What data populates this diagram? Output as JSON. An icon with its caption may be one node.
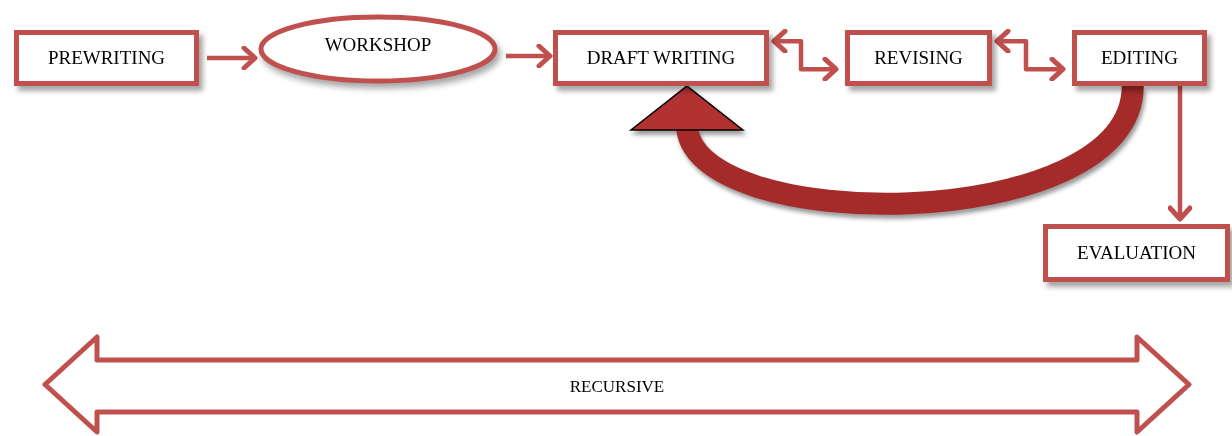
{
  "diagram": {
    "nodes": [
      {
        "text": [
          "PREWRITING"
        ]
      },
      {
        "text": [
          "WORKSHOP"
        ]
      },
      {
        "text": [
          "DRAFT WRITING"
        ]
      },
      {
        "text": [
          "REVISING"
        ]
      },
      {
        "text": [
          "EDITING"
        ]
      },
      {
        "text": [
          "EVALUATION"
        ]
      },
      {
        "text": [
          "RECURSIVE"
        ]
      }
    ],
    "edges": [
      {
        "from": 0,
        "to": 1,
        "arrow": "to"
      },
      {
        "from": 1,
        "to": 2,
        "arrow": "to"
      },
      {
        "from": 2,
        "to": 3,
        "arrow": "both"
      },
      {
        "from": 3,
        "to": 4,
        "arrow": "both"
      },
      {
        "from": 4,
        "to": 2,
        "arrow": "to",
        "style": "thick",
        "color": "#a52a2a"
      },
      {
        "from": 4,
        "to": 5,
        "arrow": "to"
      }
    ]
  }
}
